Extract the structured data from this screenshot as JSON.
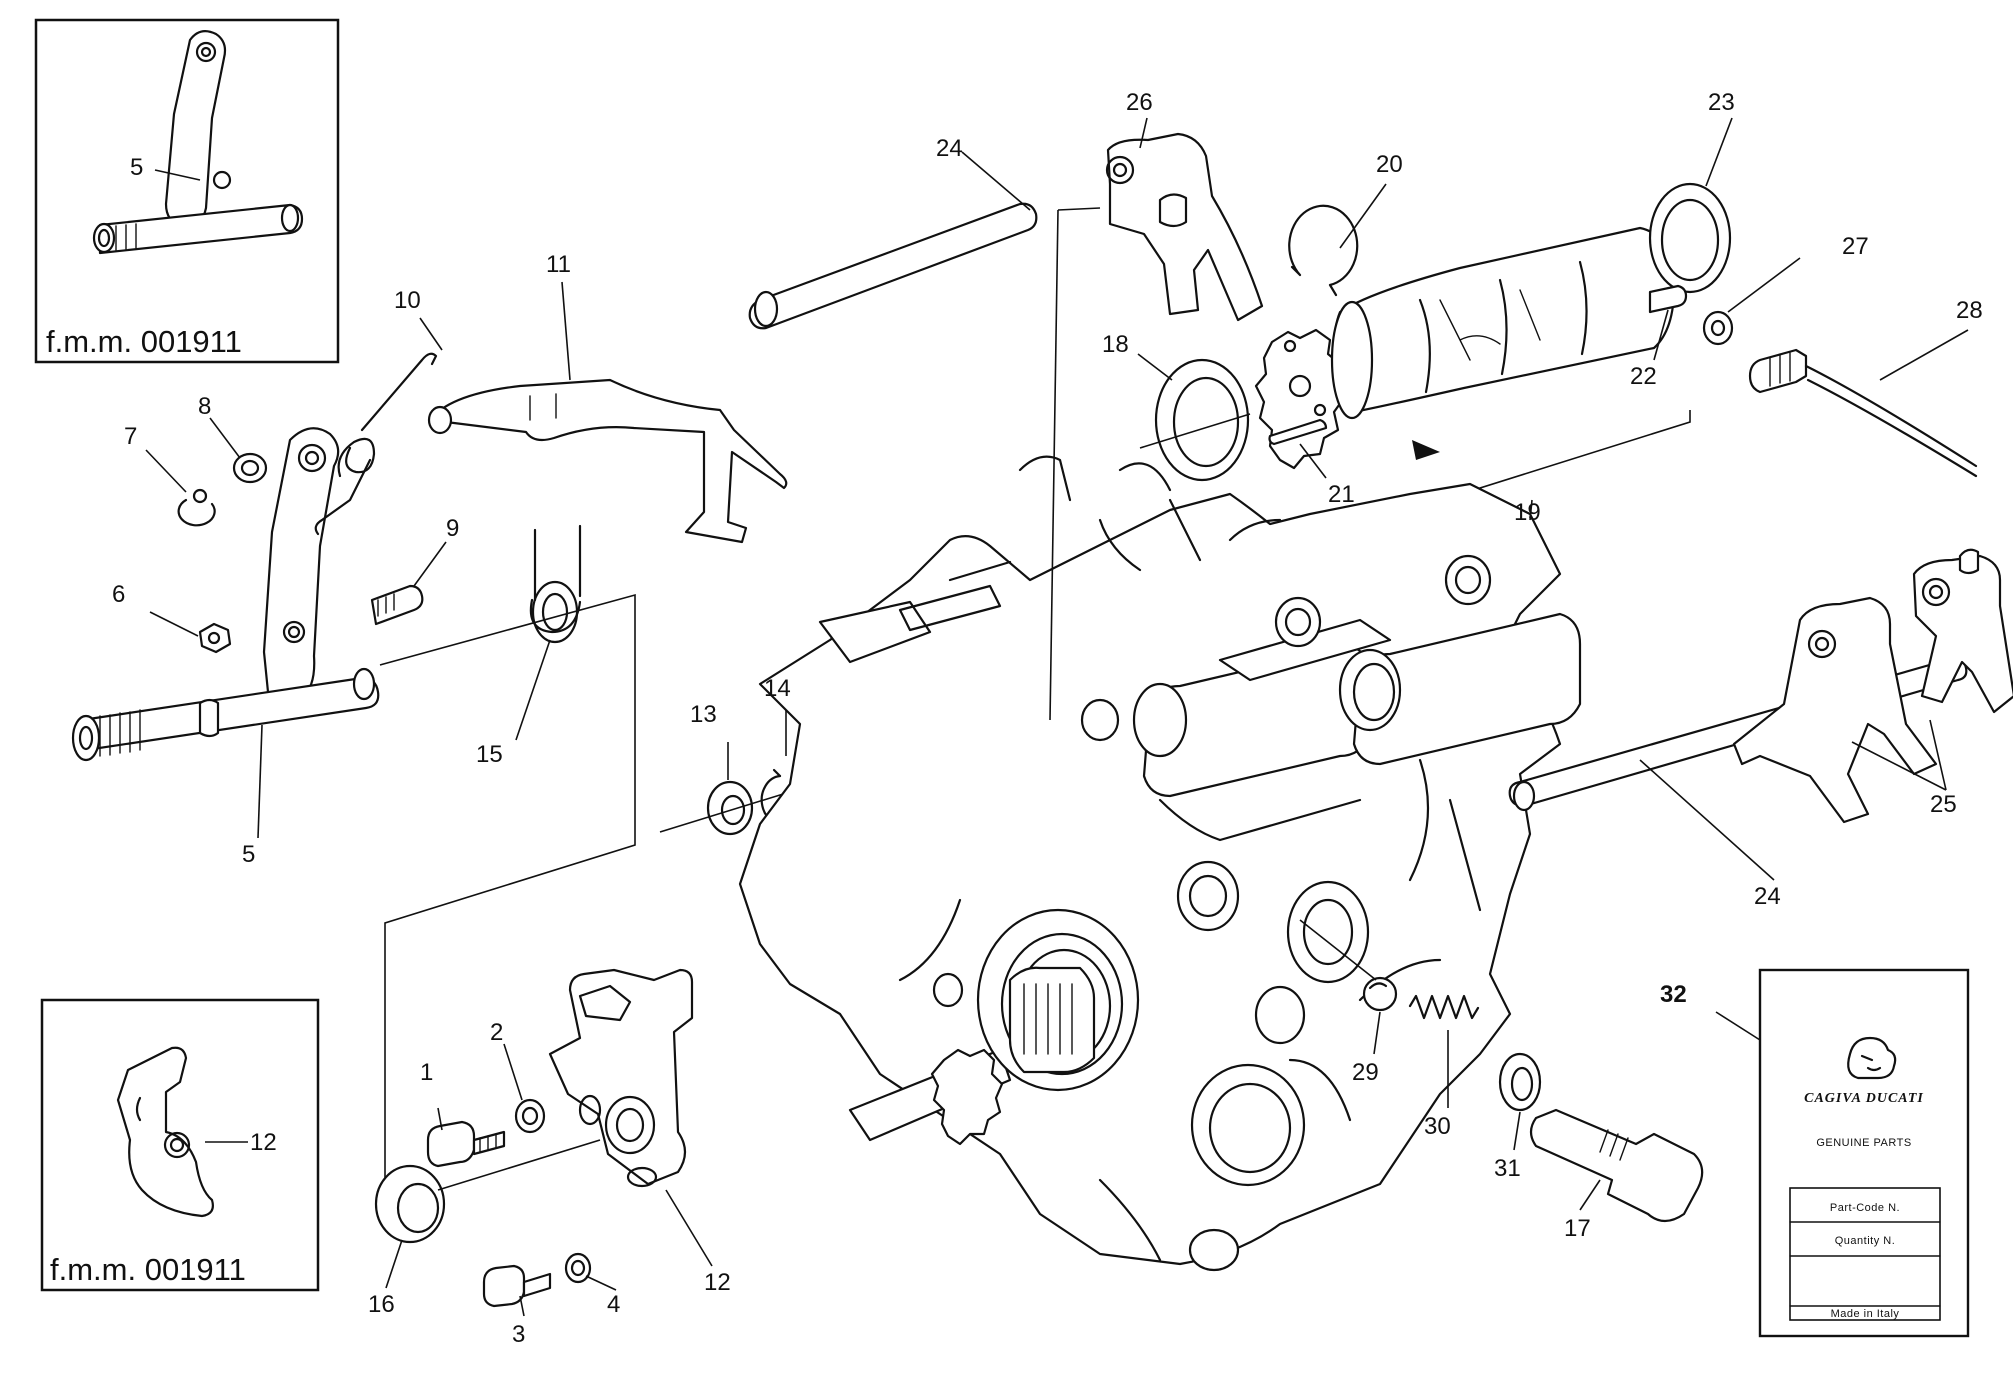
{
  "insets": [
    {
      "id": "inset-top",
      "caption": "f.m.m.  001911"
    },
    {
      "id": "inset-bottom",
      "caption": "f.m.m. 001911"
    }
  ],
  "callouts": {
    "c1": "1",
    "c2": "2",
    "c3": "3",
    "c4": "4",
    "c5": "5",
    "c5b": "5",
    "c6": "6",
    "c7": "7",
    "c8": "8",
    "c9": "9",
    "c10": "10",
    "c11": "11",
    "c12": "12",
    "c12b": "12",
    "c13": "13",
    "c14": "14",
    "c15": "15",
    "c16": "16",
    "c17": "17",
    "c18": "18",
    "c19": "19",
    "c20": "20",
    "c21": "21",
    "c22": "22",
    "c23": "23",
    "c24": "24",
    "c24b": "24",
    "c25": "25",
    "c26": "26",
    "c27": "27",
    "c28": "28",
    "c29": "29",
    "c30": "30",
    "c31": "31",
    "c32": "32"
  },
  "card": {
    "brand": "CAGIVA DUCATI",
    "subtitle": "GENUINE PARTS",
    "field_code": "Part-Code N.",
    "field_qty": "Quantity N.",
    "footer": "Made in Italy"
  },
  "colors": {
    "ink": "#111111",
    "paper": "#ffffff"
  }
}
